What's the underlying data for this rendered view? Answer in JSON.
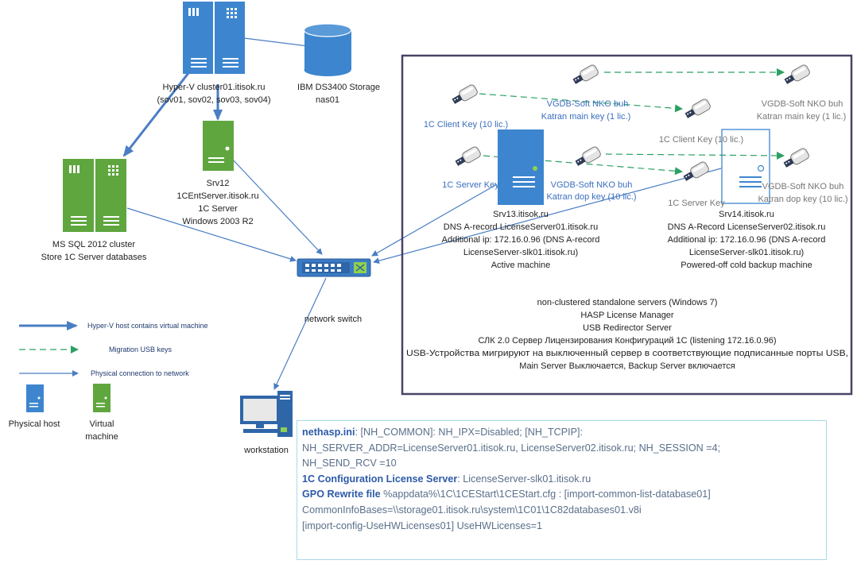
{
  "colors": {
    "physical": "#3d86cf",
    "virtual": "#5fa63f",
    "arrow": "#4a7ec4",
    "migration": "#2ca063",
    "frame": "#4a4266",
    "notes_border": "#a8dbe8"
  },
  "nodes": {
    "hyperv": {
      "line1": "Hyper-V cluster01.itisok.ru",
      "line2": "(sov01, sov02, sov03, sov04)"
    },
    "storage": {
      "line1": "IBM DS3400 Storage",
      "line2": "nas01"
    },
    "srv12": {
      "line1": "Srv12",
      "line2": "1CEntServer.itisok.ru",
      "line3": "1C Server",
      "line4": "Windows 2003 R2"
    },
    "mssql": {
      "line1": "MS SQL 2012 cluster",
      "line2": "Store 1C Server databases"
    },
    "switch": {
      "label": "network switch"
    },
    "workstation": {
      "label": "workstation"
    },
    "srv13": {
      "line1": "Srv13.itisok.ru",
      "line2": "DNS A-record LicenseServer01.itisok.ru",
      "line3": "Additional ip: 172.16.0.96 (DNS A-record",
      "line4": "LicenseServer-slk01.itisok.ru)",
      "line5": "Active machine"
    },
    "srv14": {
      "line1": "Srv14.itisok.ru",
      "line2": "DNS A-Record LicenseServer02.itisok.ru",
      "line3": "Additional ip: 172.16.0.96 (DNS A-record",
      "line4": "LicenseServer-slk01.itisok.ru)",
      "line5": "Powered-off cold backup machine"
    }
  },
  "keys": {
    "client_key_left": "1C Client Key (10 lic.)",
    "vgdb_main_left_1": "VGDB-Soft NKO buh",
    "vgdb_main_left_2": "Katran main key (1 lic.)",
    "server_key_left": "1C Server Key",
    "vgdb_dop_left_1": "VGDB-Soft NKO buh",
    "vgdb_dop_left_2": "Katran dop key (10 lic.)",
    "client_key_right": "1C Client Key (10 lic.)",
    "vgdb_main_right_1": "VGDB-Soft NKO buh",
    "vgdb_main_right_2": "Katran main key (1 lic.)",
    "server_key_right": "1C Server Key",
    "vgdb_dop_right_1": "VGDB-Soft NKO buh",
    "vgdb_dop_right_2": "Katran dop key (10 lic.)"
  },
  "frame_text": [
    "non-clustered standalone servers (Windows 7)",
    "HASP License Manager",
    "USB Redirector Server",
    "СЛК 2.0 Сервер Лицензирования Конфигураций 1С (listening 172.16.0.96)",
    "USB-Устройства мигрируют на выключенный сервер в соответствующие подписанные порты USB,",
    "Main Server Выключается, Backup Server включается"
  ],
  "legend": {
    "host_contains": "Hyper-V host contains virtual machine",
    "migration": "Migration USB keys",
    "physical_conn": "Physical connection to network",
    "physical_host": "Physical host",
    "virtual_line1": "Virtual",
    "virtual_line2": "machine"
  },
  "notes": {
    "nethasp_label": "nethasp.ini",
    "nethasp_line1": ": [NH_COMMON]: NH_IPX=Disabled; [NH_TCPIP]:",
    "nethasp_line2": "NH_SERVER_ADDR=LicenseServer01.itisok.ru, LicenseServer02.itisok.ru; NH_SESSION =4;",
    "nethasp_line3": "NH_SEND_RCV =10",
    "license_label": "1C Configuration License Server",
    "license_value": ": LicenseServer-slk01.itisok.ru",
    "gpo_label": "GPO Rewrite file",
    "gpo_line1": " %appdata%\\1C\\1CEStart\\1CEStart.cfg : [import-common-list-database01]",
    "gpo_line2": "CommonInfoBases=\\\\storage01.itisok.ru\\system\\1C01\\1C82databases01.v8i",
    "gpo_line3": "[import-config-UseHWLicenses01] UseHWLicenses=1"
  }
}
